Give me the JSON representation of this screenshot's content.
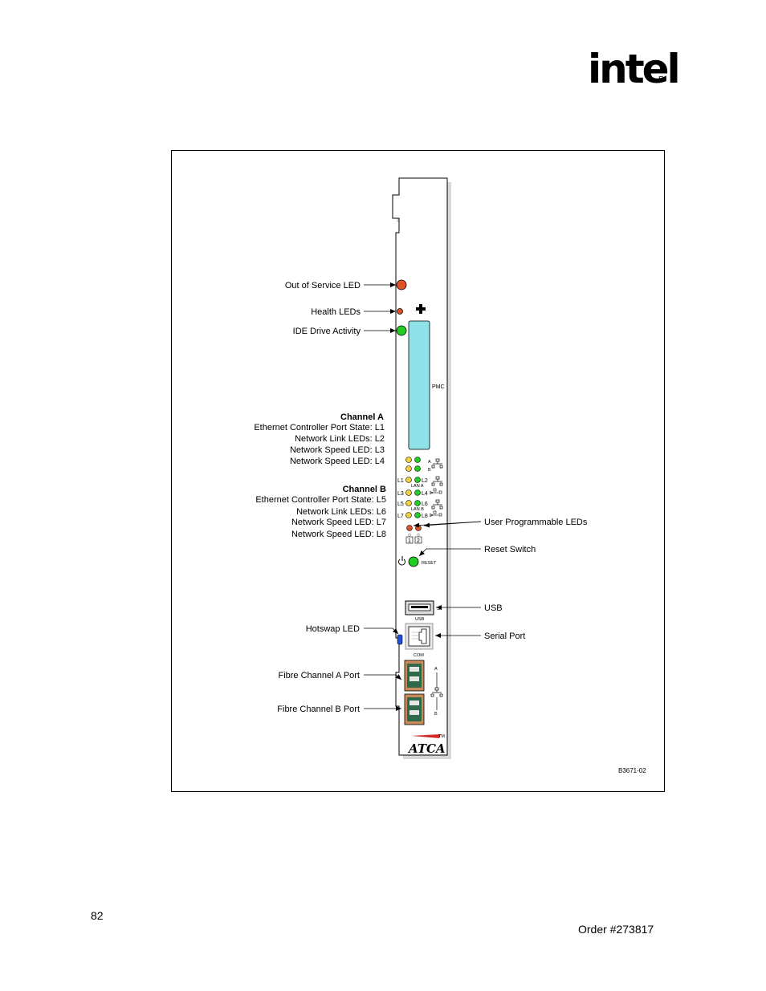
{
  "header": {
    "logo_text": "intel",
    "logo_reg": "R"
  },
  "figure": {
    "callouts_left": {
      "out_of_service": "Out of Service LED",
      "health": "Health LEDs",
      "ide": "IDE Drive Activity",
      "hotswap": "Hotswap LED",
      "fc_a": "Fibre Channel A Port",
      "fc_b": "Fibre Channel B Port"
    },
    "channel_a": {
      "title": "Channel A",
      "lines": [
        "Ethernet Controller Port State: L1",
        "Network Link LEDs: L2",
        "Network Speed LED: L3",
        "Network Speed LED: L4"
      ]
    },
    "channel_b": {
      "title": "Channel B",
      "lines": [
        "Ethernet Controller Port State: L5",
        "Network Link LEDs: L6",
        "Network Speed LED: L7",
        "Network Speed LED: L8"
      ]
    },
    "callouts_right": {
      "user_leds": "User Programmable LEDs",
      "reset": "Reset Switch",
      "usb": "USB",
      "serial": "Serial Port"
    },
    "panel": {
      "pmc": "PMC",
      "led_labels": [
        "L1",
        "L2",
        "L3",
        "L4",
        "L5",
        "L6",
        "L7",
        "L8"
      ],
      "lan_a": "LAN A",
      "lan_b": "LAN B",
      "port_a": "A",
      "port_b": "B",
      "user_1": "1",
      "user_2": "2",
      "reset_label": "RESET",
      "usb_label": "USB",
      "com_label": "COM",
      "fc_a": "A",
      "fc_b": "B",
      "atca_logo": "ATCA",
      "atca_tm": "TM"
    },
    "figure_id": "B3671-02"
  },
  "footer": {
    "page_number": "82",
    "order": "Order #273817"
  },
  "colors": {
    "led_red": "#e0522a",
    "led_green": "#22cc22",
    "led_yellow": "#f2d23a",
    "pmc_fill": "#8fe3e8",
    "hotswap_blue": "#1f4fd6",
    "fc_body": "#c98a5a",
    "fc_inner": "#2e6a4a"
  }
}
